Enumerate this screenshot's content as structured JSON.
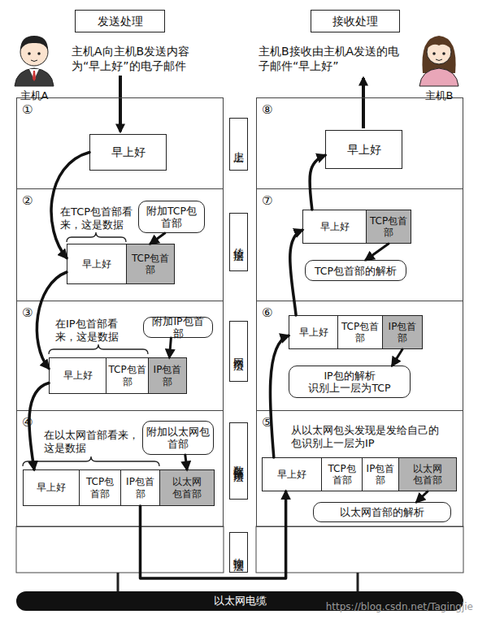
{
  "diagram": {
    "nodes": [
      {
        "text": [
          "发送处理"
        ]
      },
      {
        "text": [
          "接收处理"
        ]
      },
      {
        "text": [
          "①"
        ]
      },
      {
        "text": [
          "早上好"
        ],
        "in": 2
      },
      {
        "text": [
          "②"
        ]
      },
      {
        "text": [
          "附加TCP包首部"
        ],
        "in": 4
      },
      {
        "text": [
          "早上好"
        ],
        "in": 4
      },
      {
        "text": [
          "TCP包首部"
        ],
        "in": 4
      },
      {
        "text": [
          "③"
        ]
      },
      {
        "text": [
          "附加IP包首部"
        ],
        "in": 8
      },
      {
        "text": [
          "早上好"
        ],
        "in": 8
      },
      {
        "text": [
          "TCP包首部"
        ],
        "in": 8
      },
      {
        "text": [
          "IP包首部"
        ],
        "in": 8
      },
      {
        "text": [
          "④"
        ]
      },
      {
        "text": [
          "附加以太网包首部"
        ],
        "in": 13
      },
      {
        "text": [
          "早上好"
        ],
        "in": 13
      },
      {
        "text": [
          "TCP包首部"
        ],
        "in": 13
      },
      {
        "text": [
          "IP包首部"
        ],
        "in": 13
      },
      {
        "text": [
          "以太网包首部"
        ],
        "in": 13
      },
      {
        "text": [
          "上层"
        ]
      },
      {
        "text": [
          "传输层"
        ]
      },
      {
        "text": [
          "网络层"
        ]
      },
      {
        "text": [
          "数据链路层"
        ]
      },
      {
        "text": [
          "物理层"
        ]
      },
      {
        "text": [
          "⑧"
        ]
      },
      {
        "text": [
          "早上好"
        ],
        "in": 24
      },
      {
        "text": [
          "⑦"
        ]
      },
      {
        "text": [
          "早上好"
        ],
        "in": 26
      },
      {
        "text": [
          "TCP包首部"
        ],
        "in": 26
      },
      {
        "text": [
          "TCP包首部的解析"
        ],
        "in": 26
      },
      {
        "text": [
          "⑥"
        ]
      },
      {
        "text": [
          "早上好"
        ],
        "in": 30
      },
      {
        "text": [
          "TCP包首部"
        ],
        "in": 30
      },
      {
        "text": [
          "IP包首部"
        ],
        "in": 30
      },
      {
        "text": [
          "IP包的解析 识别上一层为TCP"
        ],
        "in": 30
      },
      {
        "text": [
          "⑤"
        ]
      },
      {
        "text": [
          "早上好"
        ],
        "in": 35
      },
      {
        "text": [
          "TCP包首部"
        ],
        "in": 35
      },
      {
        "text": [
          "IP包首部"
        ],
        "in": 35
      },
      {
        "text": [
          "以太网包首部"
        ],
        "in": 35
      },
      {
        "text": [
          "以太网首部的解析"
        ],
        "in": 35
      },
      {
        "text": [
          "以太网电缆"
        ]
      }
    ],
    "edges": [
      {
        "from": 3,
        "to": 6,
        "arrow": "to"
      },
      {
        "from": 5,
        "to": 7,
        "arrow": "to"
      },
      {
        "from": 6,
        "to": 10,
        "arrow": "to"
      },
      {
        "from": 9,
        "to": 12,
        "arrow": "to"
      },
      {
        "from": 10,
        "to": 15,
        "arrow": "to"
      },
      {
        "from": 14,
        "to": 18,
        "arrow": "to"
      },
      {
        "from": 17,
        "to": 36,
        "arrow": "to"
      },
      {
        "from": 39,
        "to": 40,
        "arrow": "to"
      },
      {
        "from": 36,
        "to": 31,
        "arrow": "to"
      },
      {
        "from": 33,
        "to": 34,
        "arrow": "to"
      },
      {
        "from": 31,
        "to": 27,
        "arrow": "to"
      },
      {
        "from": 28,
        "to": 29,
        "arrow": "to"
      },
      {
        "from": 27,
        "to": 25,
        "arrow": "to"
      }
    ],
    "labels": [
      "主机A",
      "主机A向主机B发送内容为“早上好”的电子邮件",
      "在TCP包首部看来，这是数据",
      "在IP包首部看来，这是数据",
      "在以太网首部看来，这是数据",
      "主机B",
      "主机B接收由主机A发送的电子邮件“早上好”",
      "从以太网包头发现是发给自己的包识别上一层为IP",
      "https://blog.csdn.net/Tagingjie"
    ]
  }
}
